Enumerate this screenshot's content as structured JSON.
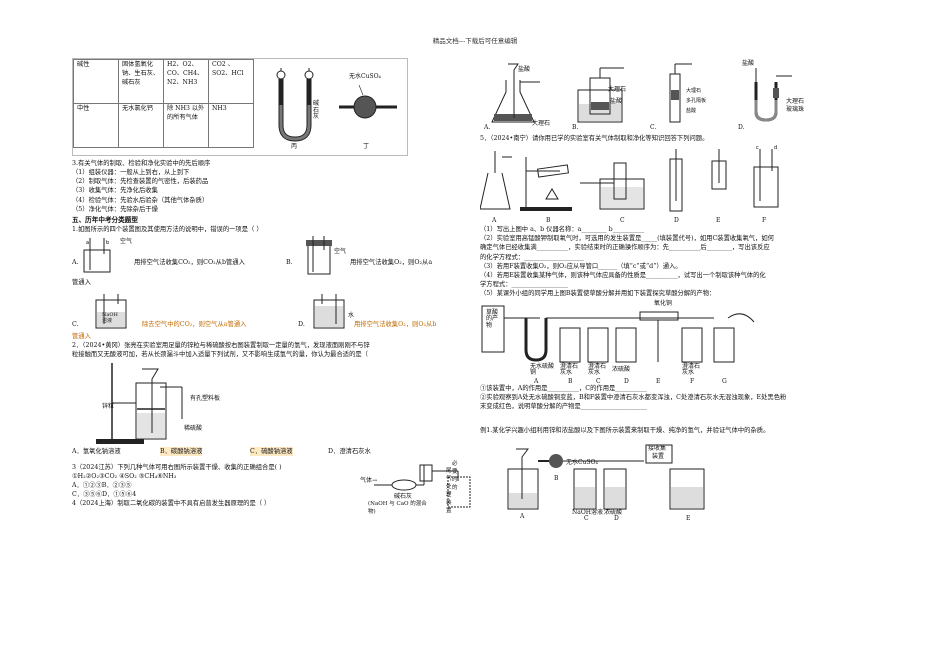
{
  "header": "精品文档---下载后可任意编辑",
  "table": {
    "rows": [
      {
        "name": "碱性",
        "agent": "固体氢氧化钠、生石灰、碱石灰",
        "dry": "H2、O2、CO、CH4、N2、NH3",
        "nodry": "CO2 、SO2、HCl"
      },
      {
        "name": "中性",
        "agent": "无水氯化钙",
        "dry": "除 NH3 以外的所有气体",
        "nodry": "NH3"
      }
    ],
    "fig": {
      "u_label": "碱石灰",
      "cuso4": "无水CuSO₄",
      "c": "丙",
      "d": "丁"
    }
  },
  "s3": {
    "title": "3.有关气体的制取、检验和净化实验中的先后顺序",
    "items": [
      "（1）组装仪器：一般从上到右，从上到下",
      "（2）制取气体：先检查装置的气密性，后装药品",
      "（3）收集气体：先净化后收集",
      "（4）检验气体：先验水后验杂（其他气体杂质）",
      "（5）净化气体：先除杂后干燥"
    ]
  },
  "s5": {
    "title": "五、历年中考分类题型"
  },
  "q1": {
    "stem": "1.如图所示的四个装置图及其使用方法的说明中，错误的一项是（   ）",
    "a": "用排空气法收集CO₂，则CO₂从b管通入",
    "b": "用排空气法收集O₂，则O₂从a",
    "b2": "管通入",
    "c": "除去空气中的CO₂，则空气从a管通入",
    "d": "用排空气法收集O₂，则O₂从b",
    "d2": "管通入",
    "fig_air": "空气",
    "fig_naoh": "NaOH",
    "fig_naoh2": "溶液",
    "fig_water": "水"
  },
  "q2": {
    "l1": "2．（2024•黄冈）张亮在实验室用足量的锌粒与稀硫酸按右图装置制取一定量的氢气，发现液面刚刚不与锌",
    "l2": "粒接触而又无酸液可加，若从长颈漏斗中加入适量下列试剂，又不影响生成氢气的量，你认为最合适的是（",
    "fig": {
      "cu": "有孔塑料板",
      "zn": "锌粒",
      "acid": "稀硫酸"
    },
    "opts": [
      "A．氢氧化钠溶液",
      "B．碳酸钠溶液",
      "C．硫酸钠溶液",
      "D．澄清石灰水"
    ]
  },
  "q3": {
    "l1": "3（2024江苏）下列几种气体可用右图所示装置干燥、收集的正确组合是(    )",
    "l2": "①H₂②O₂③CO₂   ④SO₂   ⑤CH₄⑥NH₃",
    "l3": "A．①②③B．②③⑤",
    "l4": "C．③⑤⑥D．①⑤⑥4",
    "fig": {
      "gas": "气体→",
      "lime": "碱石灰",
      "mix": "(NaOH 与 CaO 的混合物)",
      "tail1": "必要时的",
      "tail2": "尾气处理装置"
    }
  },
  "q4": {
    "l1": "4（2024上海）制取二氧化碳的装置中不具有启普发生器原理的是（    ）"
  },
  "q4fig": {
    "acid": "盐酸",
    "marble": "大理石",
    "glass": "玻璃珠",
    "plate": "多孔隔板",
    "opts": [
      "A.",
      "B.",
      "C.",
      "D."
    ]
  },
  "q5": {
    "title": "5．（2024•南宁）请你用已学的实验室有关气体制取和净化等知识回答下列问题。",
    "fig_labels": [
      "A",
      "B",
      "C",
      "D",
      "E",
      "F"
    ],
    "p1": "（1）写出上图中 a、b 仪器名称：a________  b__________",
    "p2a": "（2）实验室用高锰酸钾制取氧气时，可选用的发生装置是_____(填装置代号)，如用C装置收集氧气，如何",
    "p2b": "确定气体已经收集满__________，实验结束时的正确操作顺序为：先__________后________，写出该反应",
    "p2c": "的化学方程式：___________________",
    "p3": "（3）若用F装置收集O₂，则O₂应从导管口______（填“c”或“d”）通入。",
    "p4a": "（4）若用E装置收集某种气体，则该种气体应具备的性质是__________，试写出一个制取该种气体的化",
    "p4b": "学方程式：__________________",
    "p5": "（5）某课外小组的同学用上图B装置使草酸分解并用如下装置探究草酸分解的产物："
  },
  "q5fig": {
    "src": "草酸的产物",
    "cuo": "氧化铜",
    "boxes": [
      "无水硫酸铜",
      "澄清石灰水",
      "澄清石灰水",
      "浓硫酸",
      "",
      "澄清石灰水"
    ],
    "letters": [
      "A",
      "B",
      "C",
      "D",
      "E",
      "F",
      "G"
    ]
  },
  "q5b": {
    "l1": "①该装置中，A的作用是__________，C的作用是__________",
    "l2": "②实验观察到A处无水硫酸铜变蓝，B和F装置中澄清石灰水都变浑浊，C处澄清石灰水无混浊现象，E处黑色粉",
    "l3": "末变成红色，说明草酸分解的产物是_____________________"
  },
  "ex": {
    "l1": "例1.某化学兴趣小组利用锌和浓盐酸以及下图所示装置来制取干燥、纯净的氢气，并验证气体中的杂质。",
    "fig": {
      "cuso4": "无水CuSO₄",
      "naoh": "NaOH溶液",
      "h2so4": "浓硫酸",
      "recv1": "接收集",
      "recv2": "装置",
      "letters": [
        "A",
        "B",
        "C",
        "D",
        "E"
      ]
    }
  }
}
